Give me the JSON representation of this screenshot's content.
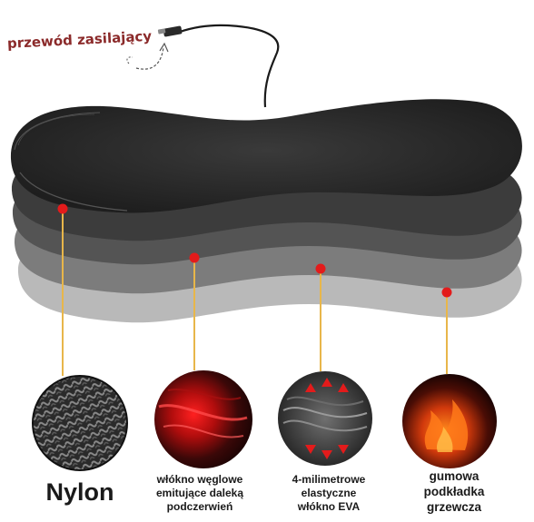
{
  "cable_label": "przewód zasilający",
  "layers": [
    {
      "label_lines": [
        "Nylon"
      ],
      "color_top": "#2b2b2b",
      "texture": "mesh-icon"
    },
    {
      "label_lines": [
        "włókno węglowe",
        "emitujące daleką",
        "podczerwień"
      ],
      "color_top": "#3a3a3a",
      "texture": "carbon-fiber-icon"
    },
    {
      "label_lines": [
        "4-milimetrowe",
        "elastyczne",
        "włókno EVA"
      ],
      "color_top": "#5a5a5a",
      "texture": "eva-fiber-icon"
    },
    {
      "label_lines": [
        "gumowa",
        "podkładka",
        "grzewcza"
      ],
      "color_top": "#9a9a9a",
      "texture": "flame-icon"
    }
  ],
  "colors": {
    "marker": "#e31b1b",
    "leader": "#e8b64a",
    "cable_text": "#8b2a2a"
  }
}
